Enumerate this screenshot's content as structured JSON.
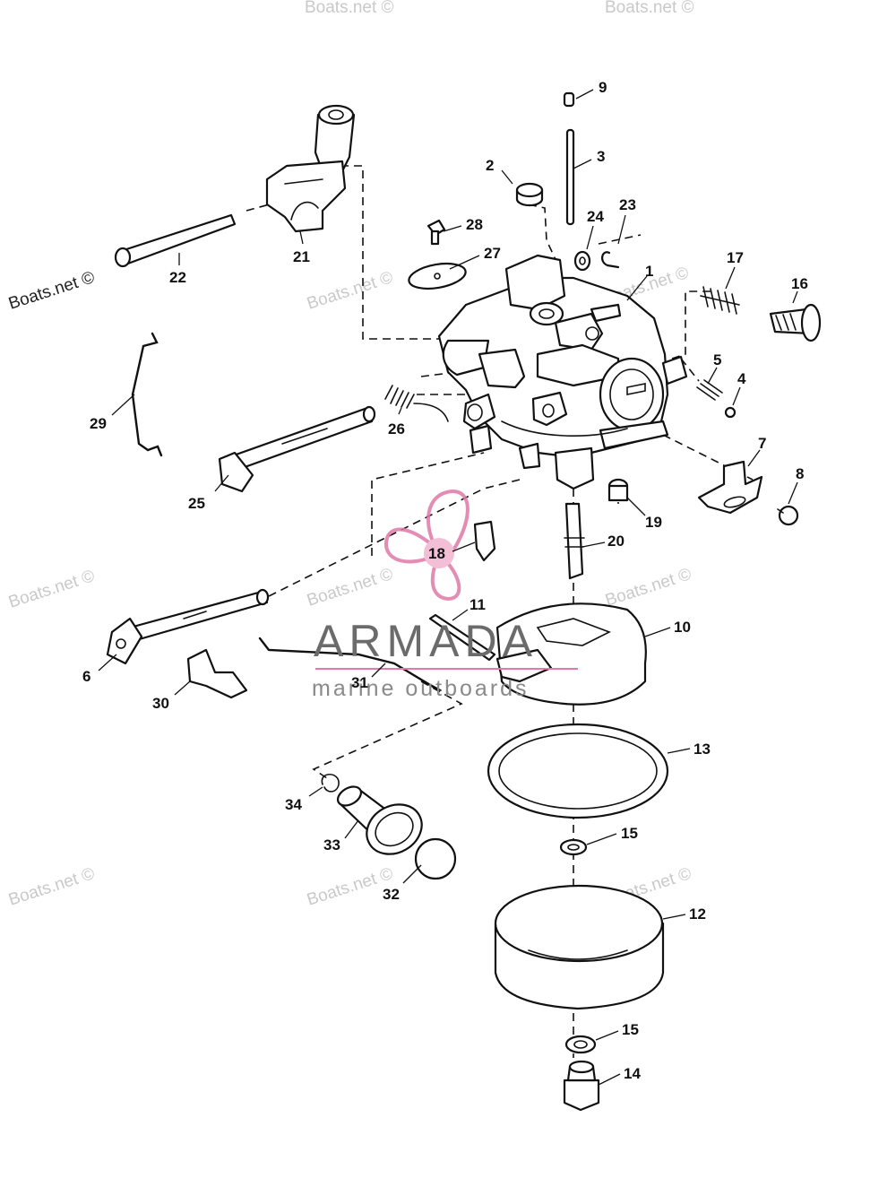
{
  "watermarks": {
    "left_main": "Boats.net ©",
    "faint": "Boats.net ©"
  },
  "logo": {
    "brand": "ARMADA",
    "tagline": "marine outboards",
    "accent_color": "#e07aa8",
    "icon": "propeller-logo-icon"
  },
  "callouts": {
    "c1": "1",
    "c2": "2",
    "c3": "3",
    "c4": "4",
    "c5": "5",
    "c6": "6",
    "c7": "7",
    "c8": "8",
    "c9": "9",
    "c10": "10",
    "c11": "11",
    "c12": "12",
    "c13": "13",
    "c14": "14",
    "c15a": "15",
    "c15b": "15",
    "c16": "16",
    "c17": "17",
    "c18": "18",
    "c19": "19",
    "c20": "20",
    "c21": "21",
    "c22": "22",
    "c23": "23",
    "c24": "24",
    "c25": "25",
    "c26": "26",
    "c27": "27",
    "c28": "28",
    "c29": "29",
    "c30": "30",
    "c31": "31",
    "c32": "32",
    "c33": "33",
    "c34": "34"
  }
}
